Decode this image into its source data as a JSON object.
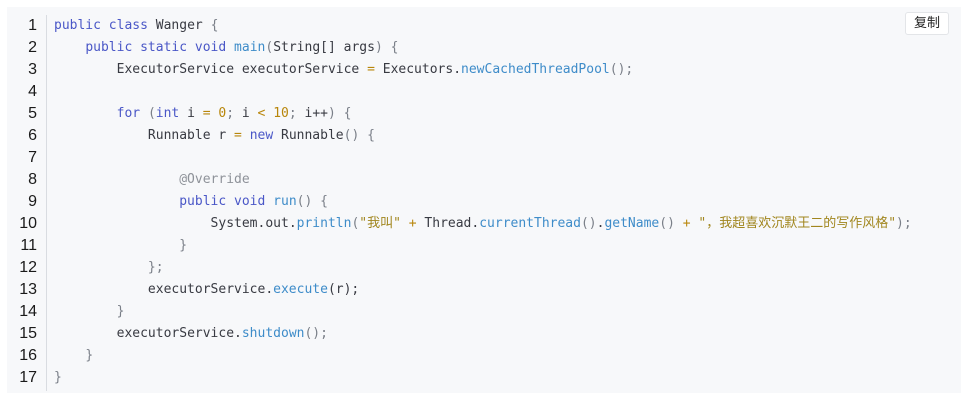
{
  "copy_button": {
    "label": "复制"
  },
  "line_numbers": [
    "1",
    "2",
    "3",
    "4",
    "5",
    "6",
    "7",
    "8",
    "9",
    "10",
    "11",
    "12",
    "13",
    "14",
    "15",
    "16",
    "17"
  ],
  "code": {
    "l1": {
      "kw_public": "public",
      "kw_class": "class",
      "cls": "Wanger",
      "brace": "{"
    },
    "l2": {
      "kw_public": "public",
      "kw_static": "static",
      "kw_void": "void",
      "fn": "main",
      "lp": "(",
      "type": "String[]",
      "arg": "args",
      "rp": ")",
      "brace": "{"
    },
    "l3": {
      "type": "ExecutorService",
      "var": "executorService",
      "eq": "=",
      "obj": "Executors",
      "dot": ".",
      "fn": "newCachedThreadPool",
      "tail": "();"
    },
    "l4": {
      "text": ""
    },
    "l5": {
      "kw_for": "for",
      "lp": "(",
      "kw_int": "int",
      "var": "i",
      "eq": "=",
      "zero": "0",
      "semi1": ";",
      "var2": "i",
      "lt": "<",
      "ten": "10",
      "semi2": ";",
      "inc": "i++",
      "rp": ")",
      "brace": "{"
    },
    "l6": {
      "type": "Runnable",
      "var": "r",
      "eq": "=",
      "kw_new": "new",
      "ctor": "Runnable",
      "parens": "()",
      "brace": "{"
    },
    "l7": {
      "text": ""
    },
    "l8": {
      "annotation": "@Override"
    },
    "l9": {
      "kw_public": "public",
      "kw_void": "void",
      "fn": "run",
      "parens": "()",
      "brace": "{"
    },
    "l10": {
      "obj": "System.out",
      "dot": ".",
      "fn": "println",
      "lp": "(",
      "str1": "\"我叫\"",
      "plus1": "+",
      "obj2": "Thread",
      "dot2": ".",
      "fn2": "currentThread",
      "parens2": "()",
      "dot3": ".",
      "fn3": "getName",
      "parens3": "()",
      "plus2": "+",
      "str2": "\"，我超喜欢沉默王二的写作风格\"",
      "tail": ");"
    },
    "l11": {
      "brace": "}"
    },
    "l12": {
      "brace": "};"
    },
    "l13": {
      "obj": "executorService",
      "dot": ".",
      "fn": "execute",
      "args": "(r);"
    },
    "l14": {
      "brace": "}"
    },
    "l15": {
      "obj": "executorService",
      "dot": ".",
      "fn": "shutdown",
      "tail": "();"
    },
    "l16": {
      "brace": "}"
    },
    "l17": {
      "brace": "}"
    }
  },
  "colors": {
    "background": "#f7f8fa",
    "keyword": "#4a57c7",
    "function": "#3e8cc9",
    "string": "#a1861e",
    "number": "#b8860b",
    "text": "#383a42"
  }
}
